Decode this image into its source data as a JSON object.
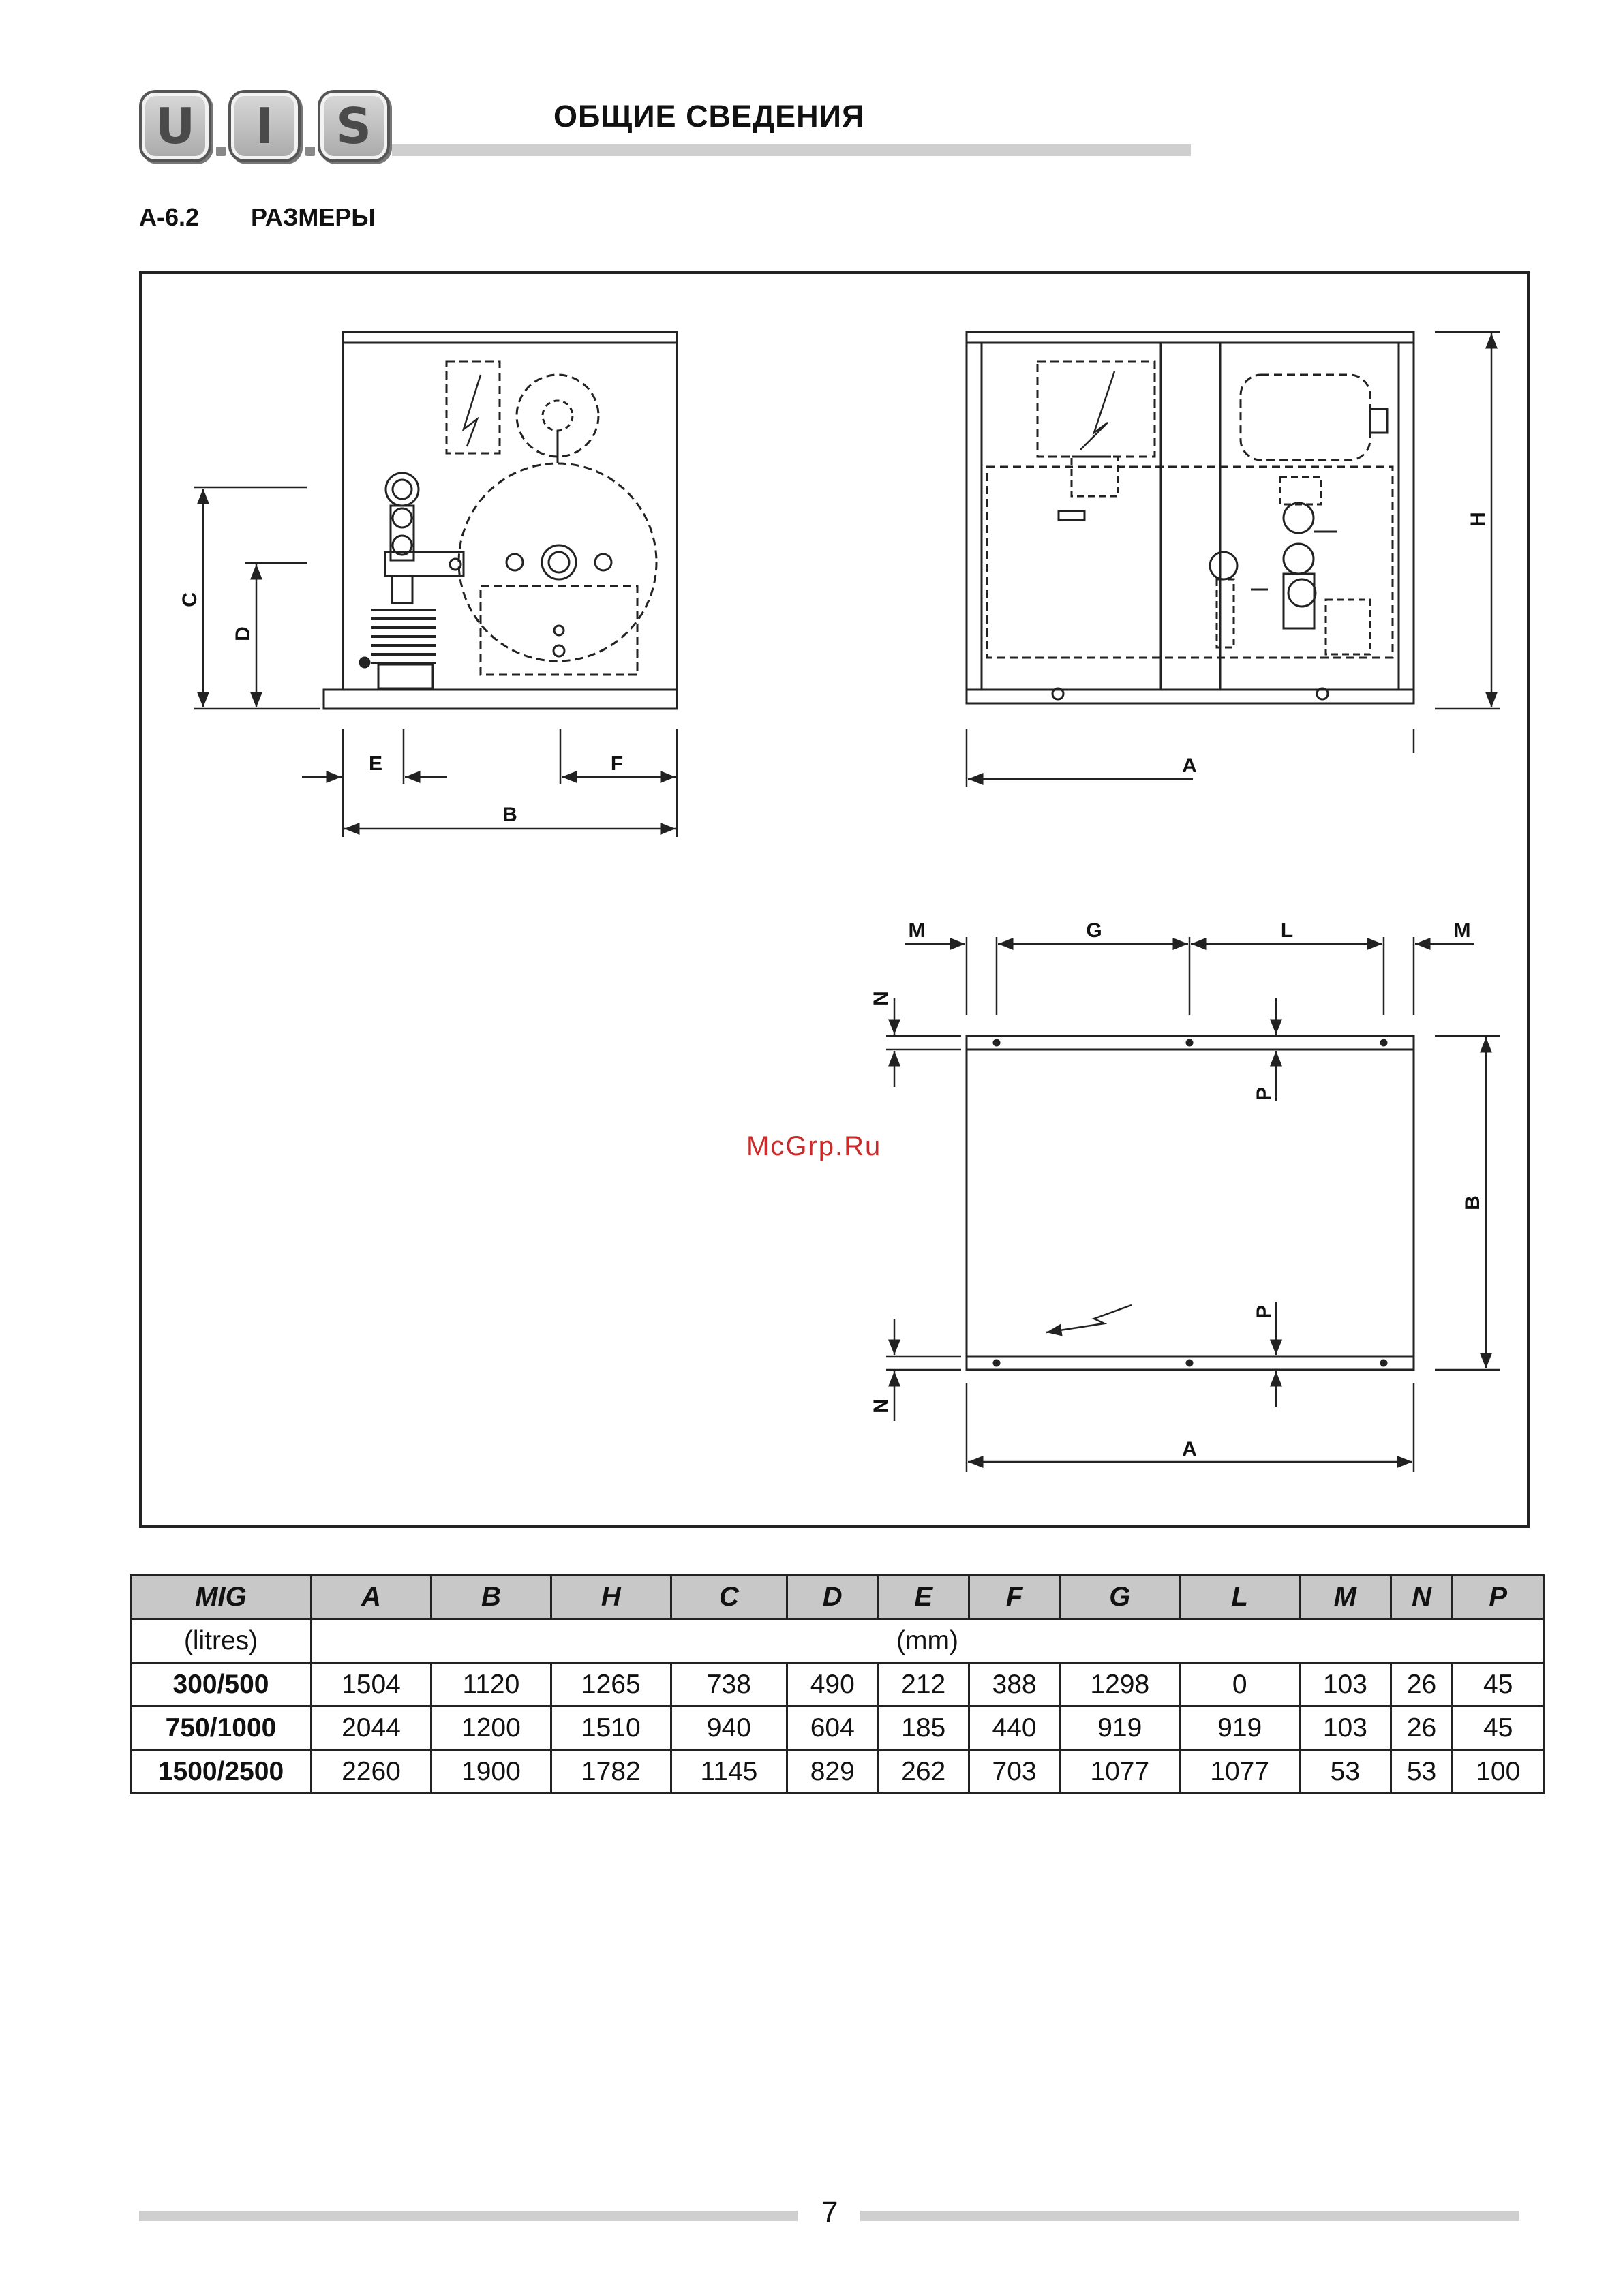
{
  "header": {
    "logo_letters": [
      "U",
      "I",
      "S"
    ],
    "title": "ОБЩИЕ СВЕДЕНИЯ"
  },
  "section": {
    "number": "A-6.2",
    "title": "РАЗМЕРЫ"
  },
  "drawing": {
    "labels": {
      "A": "A",
      "B": "B",
      "C": "C",
      "D": "D",
      "E": "E",
      "F": "F",
      "G": "G",
      "H": "H",
      "L": "L",
      "M": "M",
      "N": "N",
      "P": "P"
    },
    "watermark": "McGrp.Ru"
  },
  "table": {
    "headers": [
      "MIG",
      "A",
      "B",
      "H",
      "C",
      "D",
      "E",
      "F",
      "G",
      "L",
      "M",
      "N",
      "P"
    ],
    "unit_label": "(litres)",
    "unit_value": "(mm)",
    "rows": [
      [
        "300/500",
        "1504",
        "1120",
        "1265",
        "738",
        "490",
        "212",
        "388",
        "1298",
        "0",
        "103",
        "26",
        "45"
      ],
      [
        "750/1000",
        "2044",
        "1200",
        "1510",
        "940",
        "604",
        "185",
        "440",
        "919",
        "919",
        "103",
        "26",
        "45"
      ],
      [
        "1500/2500",
        "2260",
        "1900",
        "1782",
        "1145",
        "829",
        "262",
        "703",
        "1077",
        "1077",
        "53",
        "53",
        "100"
      ]
    ]
  },
  "footer": {
    "page_number": "7"
  }
}
